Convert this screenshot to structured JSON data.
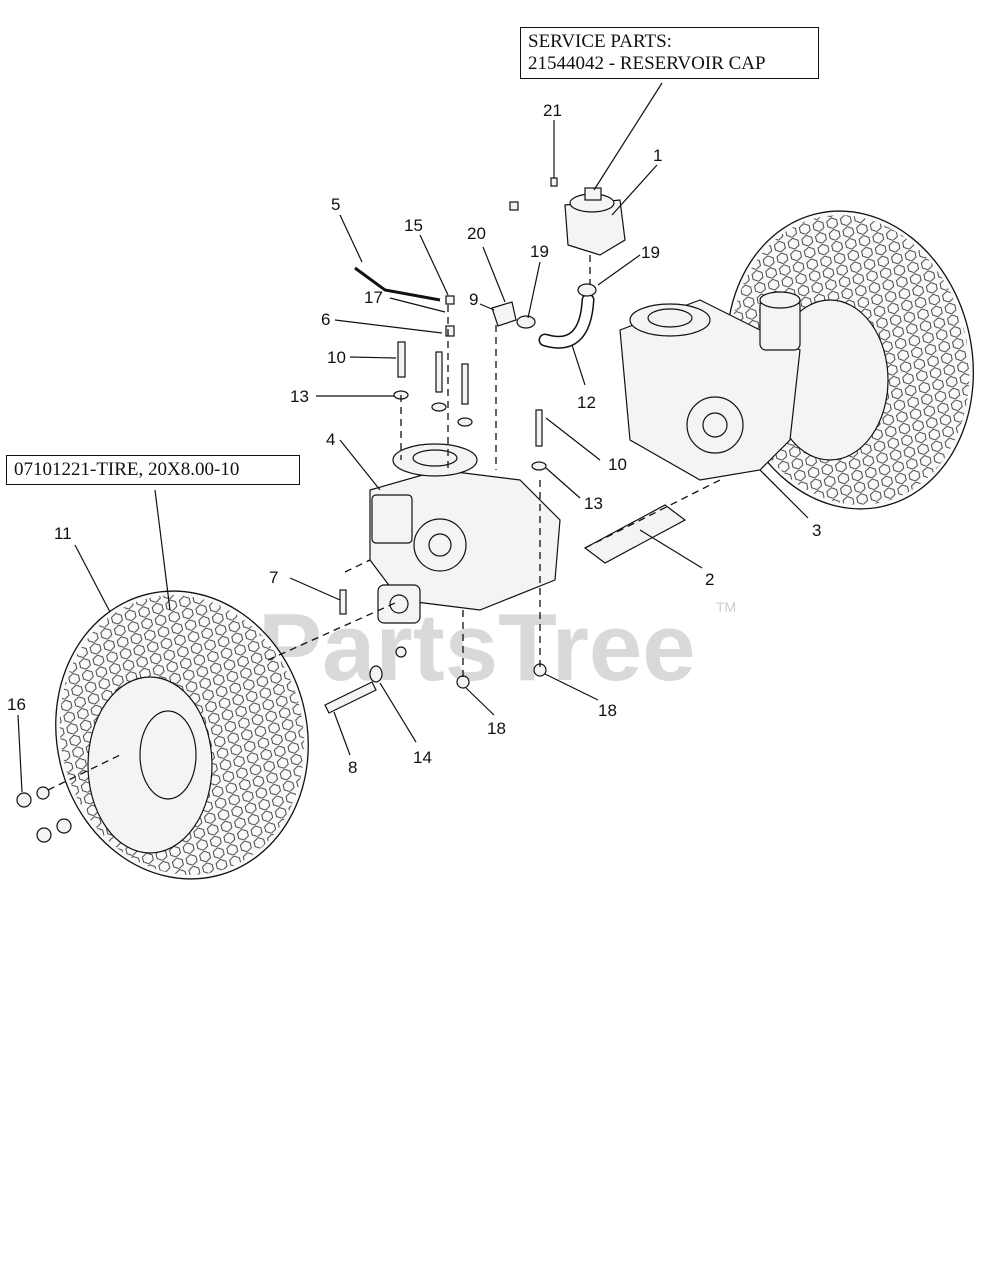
{
  "service_box": {
    "line1": "SERVICE PARTS:",
    "line2": "21544042 - RESERVOIR CAP"
  },
  "tire_box": {
    "text": "07101221-TIRE, 20X8.00-10"
  },
  "callouts": {
    "c1": "1",
    "c2": "2",
    "c3": "3",
    "c4": "4",
    "c5": "5",
    "c6": "6",
    "c7": "7",
    "c8": "8",
    "c9": "9",
    "c10a": "10",
    "c10b": "10",
    "c11": "11",
    "c12": "12",
    "c13a": "13",
    "c13b": "13",
    "c14": "14",
    "c15": "15",
    "c16": "16",
    "c17": "17",
    "c18a": "18",
    "c18b": "18",
    "c19a": "19",
    "c19b": "19",
    "c20": "20",
    "c21": "21"
  },
  "watermark": {
    "text": "PartsTree",
    "tm": "TM"
  }
}
